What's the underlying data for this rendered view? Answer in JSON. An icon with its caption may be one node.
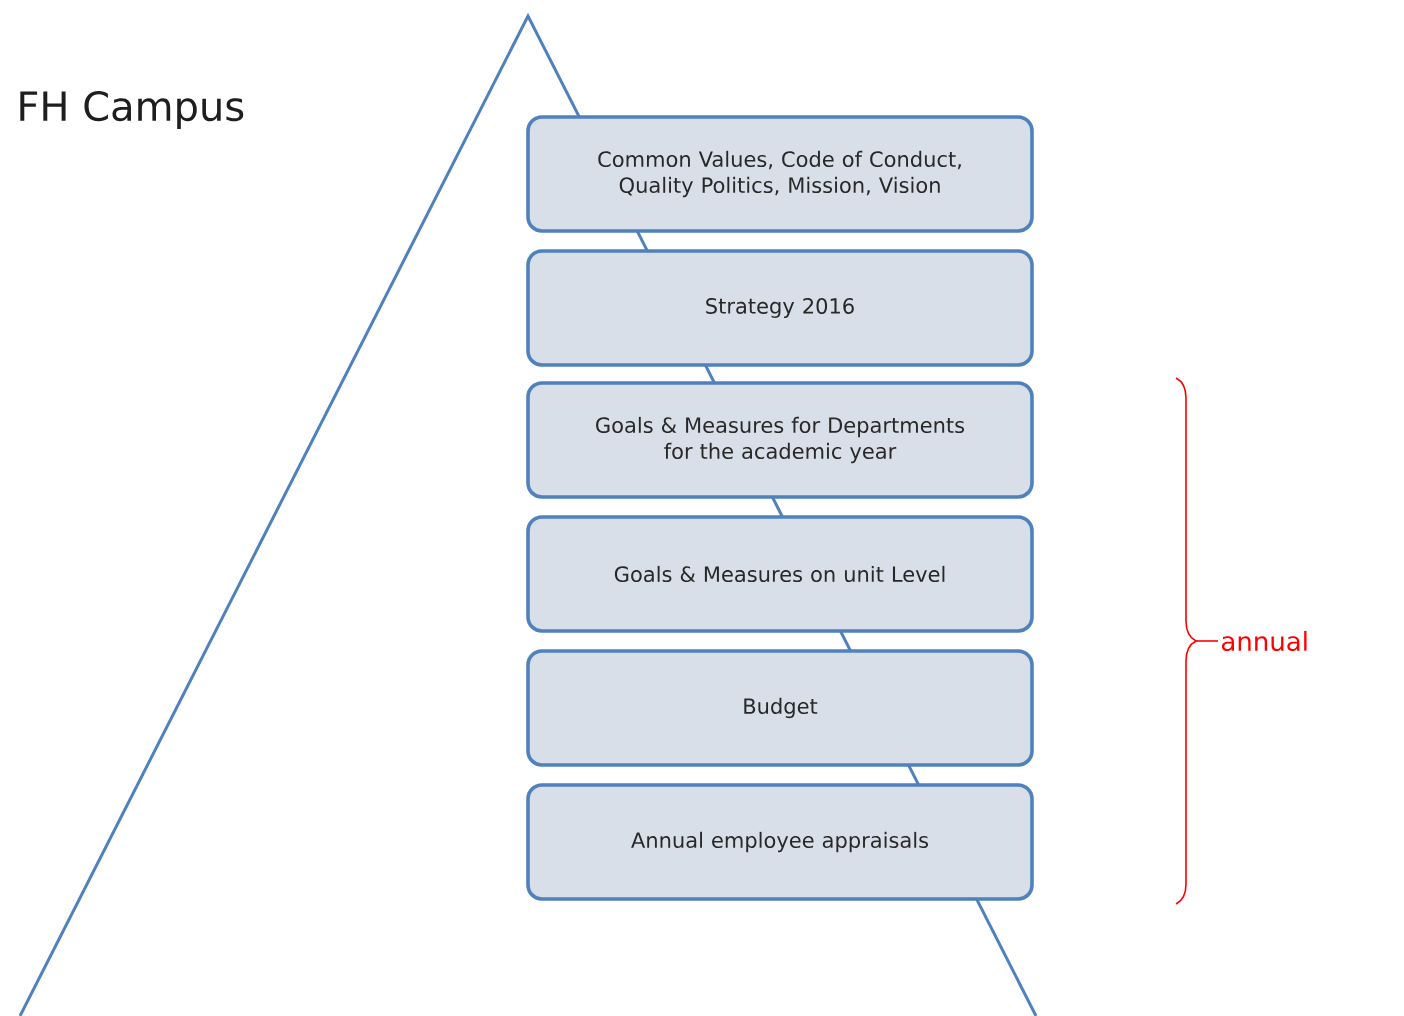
{
  "diagram": {
    "nodes": [
      {
        "text": [
          "Common Values, Code of Conduct, Quality Politics, Mission, Vision"
        ]
      },
      {
        "text": [
          "Strategy 2016"
        ]
      },
      {
        "text": [
          "Goals & Measures for Departments for the academic year"
        ]
      },
      {
        "text": [
          "Goals & Measures on unit Level"
        ]
      },
      {
        "text": [
          "Budget"
        ]
      },
      {
        "text": [
          "Annual employee appraisals"
        ]
      }
    ],
    "labels": [
      "FH Campus",
      "annual"
    ]
  }
}
